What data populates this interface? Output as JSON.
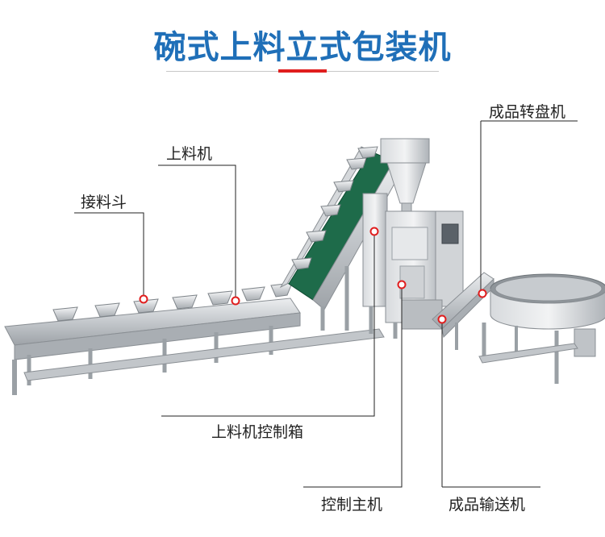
{
  "title": {
    "part1": "碗式上料",
    "part2": "立",
    "part3": "式包装机"
  },
  "callouts": {
    "feeder": "上料机",
    "bucket": "接料斗",
    "turntable": "成品转盘机",
    "feeder_control": "上料机控制箱",
    "main_control": "控制主机",
    "output_conveyor": "成品输送机"
  },
  "colors": {
    "title_blue": "#1f6fb8",
    "accent_red": "#e01e1e",
    "steel": "#c9ccd0",
    "belt_green": "#1e6b4a"
  }
}
